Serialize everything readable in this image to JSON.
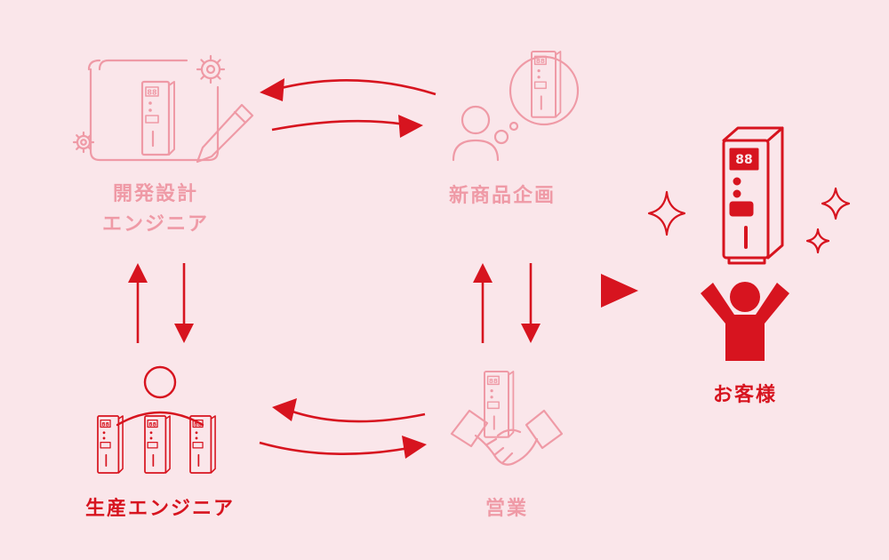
{
  "nodes": {
    "design": {
      "line1": "開発設計",
      "line2": "エンジニア"
    },
    "planning": {
      "label": "新商品企画"
    },
    "production": {
      "label": "生産エンジニア"
    },
    "sales": {
      "label": "営業"
    },
    "customer": {
      "label": "お客様"
    }
  },
  "device": {
    "display": "88"
  },
  "colors": {
    "background": "#fae6ea",
    "accent": "#d7141f",
    "faded": "#ef9aa6"
  }
}
